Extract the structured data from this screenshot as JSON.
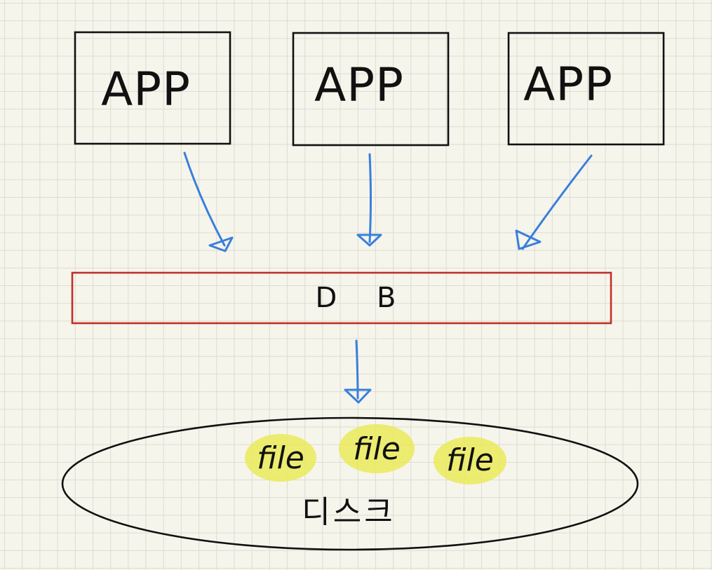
{
  "nodes": {
    "apps": [
      {
        "label": "APP"
      },
      {
        "label": "APP"
      },
      {
        "label": "APP"
      }
    ],
    "db": {
      "label": "D B"
    },
    "disk": {
      "label": "디스크",
      "files": [
        {
          "label": "file"
        },
        {
          "label": "file"
        },
        {
          "label": "file"
        }
      ]
    }
  },
  "colors": {
    "arrow": "#3a7fdc",
    "db_border": "#c03028",
    "highlight": "#eaea5a",
    "ink": "#111111"
  }
}
